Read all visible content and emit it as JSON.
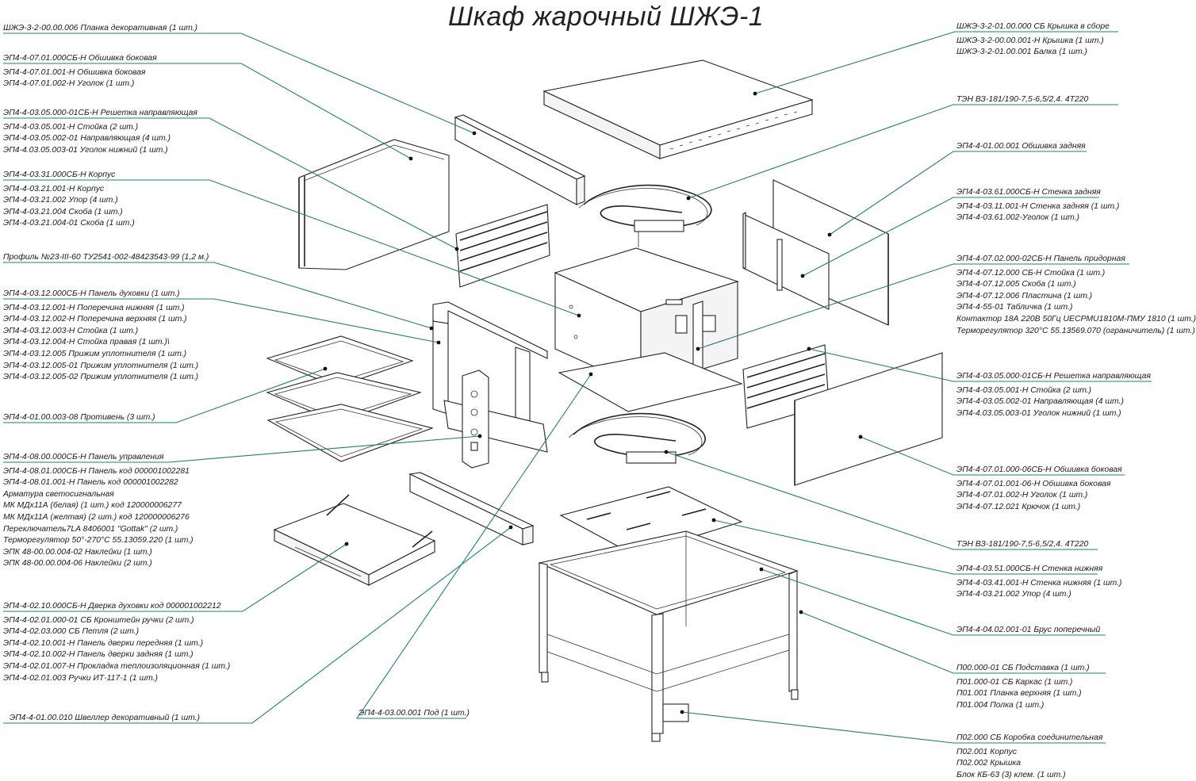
{
  "title": "Шкаф жарочный ШЖЭ-1",
  "left_callouts": [
    {
      "head": "ШЖЭ-3-2-00.00.006 Планка декоративная (1 шт.)",
      "items": []
    },
    {
      "head": "ЭП4-4-07.01.000СБ-Н Обшивка боковая",
      "items": [
        "ЭП4-4-07.01.001-Н Обшивка боковая",
        "ЭП4-4-07.01.002-Н Уголок (1 шт.)"
      ]
    },
    {
      "head": "ЭП4-4-03.05.000-01СБ-Н Решетка направляющая",
      "items": [
        "ЭП4-4-03.05.001-Н Стойка (2 шт.)",
        "ЭП4-4-03.05.002-01 Направляющая (4 шт.)",
        "ЭП4-4.03.05.003-01 Уголок нижний (1 шт.)"
      ]
    },
    {
      "head": "ЭП4-4-03.31.000СБ-Н Корпус",
      "items": [
        "ЭП4-4-03.21.001-Н Корпус",
        "ЭП4-4-03.21.002 Упор (4 шт.)",
        "ЭП4-4-03.21.004 Скоба (1 шт.)",
        "ЭП4-4-03.21.004-01 Скоба (1 шт.)"
      ]
    },
    {
      "head": "Профиль №23-III-60 ТУ2541-002-48423543-99 (1,2 м.)",
      "items": []
    },
    {
      "head": "ЭП4-4-03.12.000СБ-Н Панель духовки (1 шт.)",
      "items": [
        "ЭП4-4-03.12.001-Н Поперечина нижняя (1 шт.)",
        "ЭП4-4-03.12.002-Н Поперечина верхняя (1 шт.)",
        "ЭП4-4-03.12.003-Н Стойка (1 шт.)",
        "ЭП4-4-03.12.004-Н Стойка правая (1 шт.)\\",
        "ЭП4-4-03.12.005 Прижим уплотнителя (1 шт.)",
        "ЭП4-4-03.12.005-01 Прижим уплотнителя (1 шт.)",
        "ЭП4-4-03.12.005-02 Прижим уплотнителя (1 шт.)"
      ]
    },
    {
      "head": "ЭП4-4-01.00.003-08 Противень (3 шт.)",
      "items": []
    },
    {
      "head": "ЭП4-4-08.00.000СБ-Н Панель управления",
      "items": [
        "ЭП4-4-08.01.000СБ-Н Панель код 000001002281",
        "ЭП4-4-08.01.001-Н Панель код 000001002282",
        "Арматура светосигнальная",
        "МК МДх11А (белая) (1 шт.) код 120000006277",
        "МК МДх11А (желтая) (2 шт.) код 120000006276",
        "Переключатель7LA 8406001 \"Gottak\" (2 шт.)",
        "Терморегулятор 50°-270°С 55.13059.220 (1 шт.)",
        "ЭПК 48-00.00.004-02 Наклейки (1 шт.)",
        "ЭПК 48-00.00.004-06 Наклейки (2 шт.)"
      ]
    },
    {
      "head": "ЭП4-4-02.10.000СБ-Н Дверка духовки код 000001002212",
      "items": [
        "ЭП4-4-02.01.000-01 СБ Кронштейн ручки (2 шт.)",
        "ЭП4-4-02.03.000 СБ Петля (2 шт.)",
        "ЭП4-4-02.10.001-Н Панель дверки передняя (1 шт.)",
        "ЭП4-4-02.10.002-Н Панель дверки задняя (1 шт.)",
        "ЭП4-4-02.01.007-Н Прокладка теплоизоляционная (1 шт.)",
        "ЭП4-4-02.01.003 Ручки ИТ-117-1 (1 шт.)"
      ]
    },
    {
      "head": "ЭП4-4-01.00.010 Швеллер декоративный (1 шт.)",
      "items": []
    }
  ],
  "center_callouts": [
    {
      "head": "ЭП4-4-03.00.001 Под (1 шт.)",
      "items": []
    }
  ],
  "right_callouts": [
    {
      "head": "ШЖЭ-3-2-01.00.000 СБ Крышка в сборе",
      "items": [
        "ШЖЭ-3-2-00.00.001-Н Крышка (1 шт.)",
        "ШЖЭ-3-2-01.00.001 Балка (1 шт.)"
      ]
    },
    {
      "head": "ТЭН ВЗ-181/190-7,5-6,5/2,4. 4Т220",
      "items": []
    },
    {
      "head": "ЭП4-4-01.00.001 Обшивка задняя",
      "items": []
    },
    {
      "head": "ЭП4-4-03.61.000СБ-Н Стенка задняя",
      "items": [
        "ЭП4-4-03.11.001-Н Стенка задняя (1 шт.)",
        "ЭП4-4-03.61.002-Уголок (1 шт.)"
      ]
    },
    {
      "head": "ЭП4-4-07.02.000-02СБ-Н Панель придорная",
      "items": [
        "ЭП4-4-07.12.000 СБ-Н Стойка (1 шт.)",
        "ЭП4-4-07.12.005 Скоба (1 шт.)",
        "ЭП4-4-07.12.006 Пластина (1 шт.)",
        "ЭП4-4-55-01 Табличка (1 шт.)",
        "Контактор 18А 220В 50Гц UECPMU1810M-ПМУ 1810 (1 шт.)",
        "Терморегулятор 320°С 55.13569.070 (ограничитель) (1 шт.)"
      ]
    },
    {
      "head": "ЭП4-4-03.05.000-01СБ-Н Решетка направляющая",
      "items": [
        "ЭП4-4-03.05.001-Н Стойка (2 шт.)",
        "ЭП4-4-03.05.002-01 Направляющая (4 шт.)",
        "ЭП4-4.03.05.003-01 Уголок нижний (1 шт.)"
      ]
    },
    {
      "head": "ЭП4-4-07.01.000-06СБ-Н Обшивка боковая",
      "items": [
        "ЭП4-4-07.01.001-06-Н Обшивка боковая",
        "ЭП4-4-07.01.002-Н Уголок (1 шт.)",
        "ЭП4-4-07.12.021 Крючок (1 шт.)"
      ]
    },
    {
      "head": "ТЭН ВЗ-181/190-7,5-6,5/2,4. 4Т220",
      "items": []
    },
    {
      "head": "ЭП4-4-03.51.000СБ-Н Стенка нижняя",
      "items": [
        "ЭП4-4-03.41.001-Н Стенка нижняя (1 шт.)",
        "ЭП4-4-03.21.002 Упор (4 шт.)"
      ]
    },
    {
      "head": "ЭП4-4-04.02.001-01 Брус поперечный",
      "items": []
    },
    {
      "head": "П00.000-01 СБ Подставка (1 шт.)",
      "items": [
        "П01.000-01 СБ Каркас (1 шт.)",
        "П01.001 Планка верхняя (1 шт.)",
        "П01.004 Полка (1 шт.)"
      ]
    },
    {
      "head": "П02.000 СБ Коробка соединительная",
      "items": [
        "П02.001 Корпус",
        "П02.002 Крышка",
        "Блок КБ-63 (3) клем. (1 шт.)"
      ]
    }
  ],
  "colors": {
    "leader": "#1f7f78",
    "ink": "#222222"
  }
}
